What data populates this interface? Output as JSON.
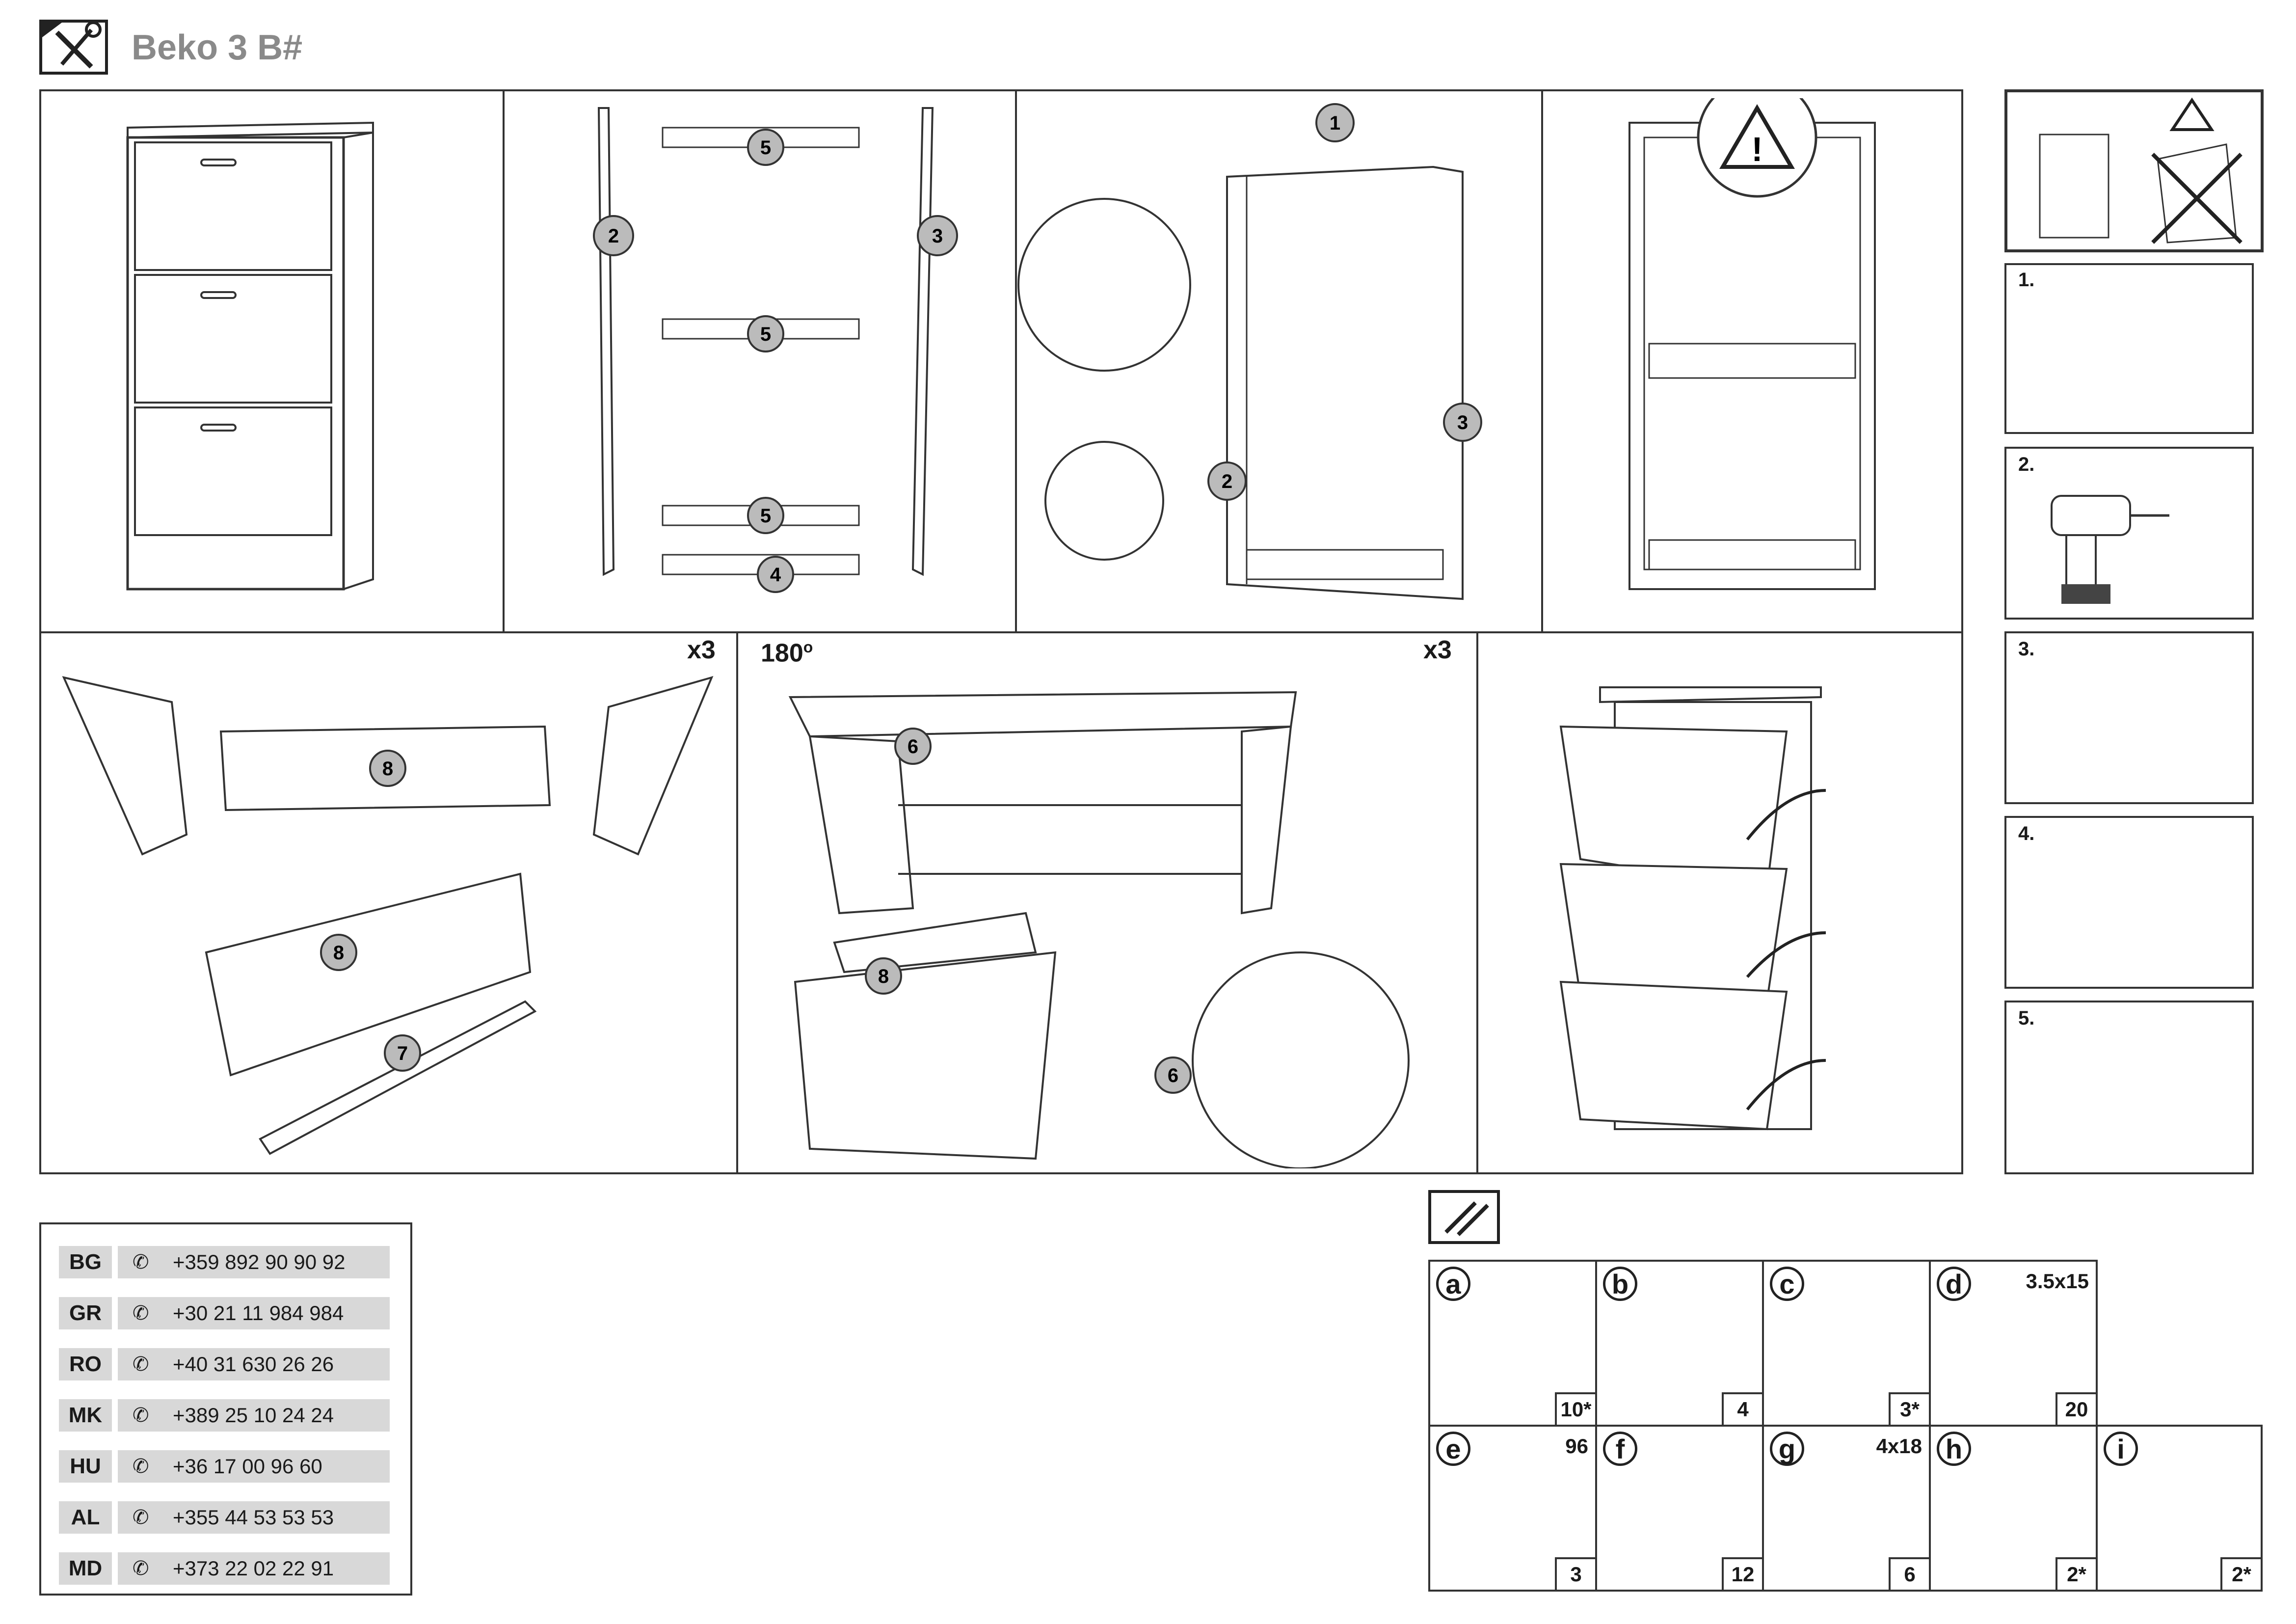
{
  "header": {
    "title": "Beko 3 B#"
  },
  "main": {
    "multipliers": [
      "x3",
      "x3"
    ],
    "rotate_label": "180",
    "rotate_degree": "o"
  },
  "sidebar_steps": [
    "1.",
    "2.",
    "3.",
    "4.",
    "5."
  ],
  "contacts": [
    {
      "code": "BG",
      "phone": "+359 892 90 90 92"
    },
    {
      "code": "GR",
      "phone": "+30 21 11 984 984"
    },
    {
      "code": "RO",
      "phone": "+40 31 630 26 26"
    },
    {
      "code": "MK",
      "phone": "+389 25 10 24 24"
    },
    {
      "code": "HU",
      "phone": "+36 17 00 96 60"
    },
    {
      "code": "AL",
      "phone": "+355 44 53 53 53"
    },
    {
      "code": "MD",
      "phone": "+373 22 02 22 91"
    }
  ],
  "parts": [
    {
      "letter": "a",
      "qty": "10*",
      "size": ""
    },
    {
      "letter": "b",
      "qty": "4",
      "size": ""
    },
    {
      "letter": "c",
      "qty": "3*",
      "size": ""
    },
    {
      "letter": "d",
      "qty": "20",
      "size": "3.5x15"
    },
    {
      "letter": "e",
      "qty": "3",
      "size": "96"
    },
    {
      "letter": "f",
      "qty": "12",
      "size": ""
    },
    {
      "letter": "g",
      "qty": "6",
      "size": "4x18"
    },
    {
      "letter": "h",
      "qty": "2*",
      "size": ""
    },
    {
      "letter": "i",
      "qty": "2*",
      "size": ""
    }
  ],
  "callouts": {
    "panel_numbers": [
      "1",
      "2",
      "3",
      "4",
      "5",
      "6",
      "7",
      "8"
    ],
    "hardware_letters": [
      "a",
      "b",
      "c",
      "d",
      "e",
      "f",
      "g",
      "h",
      "i"
    ]
  },
  "icons": [
    "tools-icon",
    "warning-icon",
    "phone-icon",
    "screws-icon",
    "drill-icon"
  ]
}
